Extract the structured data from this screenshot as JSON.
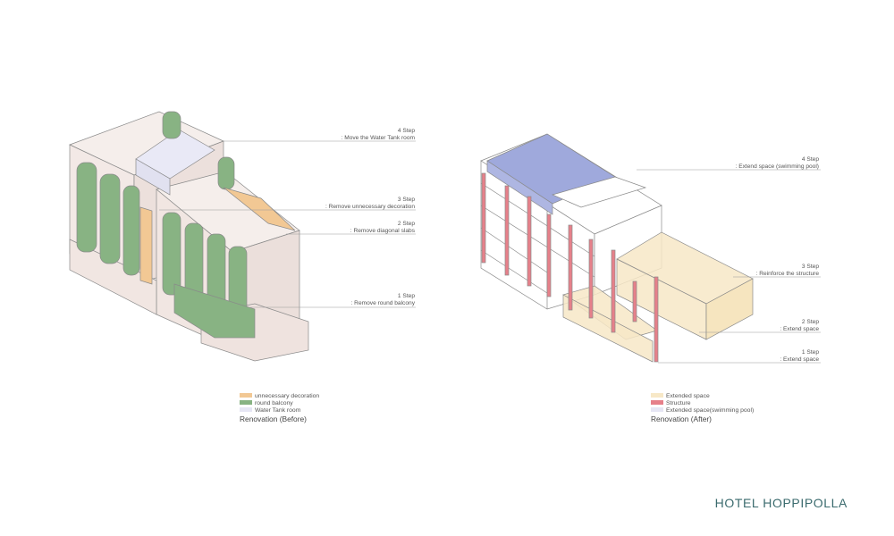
{
  "colors": {
    "wall": "#f3e9e6",
    "wall_side": "#e9dad6",
    "edge": "#8a8a8a",
    "decoration": "#f2c894",
    "balcony": "#88b383",
    "water_tank": "#e6e6f4",
    "extended": "#f7e8c7",
    "structure": "#e6808a",
    "pool": "#9fa9dc",
    "brand": "#3b6b6e"
  },
  "before": {
    "steps": [
      {
        "title": "4 Step",
        "desc": ": Move the Water Tank room"
      },
      {
        "title": "3 Step",
        "desc": ": Remove unnecessary decoration"
      },
      {
        "title": "2 Step",
        "desc": ": Remove diagonal slabs"
      },
      {
        "title": "1 Step",
        "desc": ": Remove round balcony"
      }
    ],
    "legend": [
      {
        "label": "unnecessary decoration",
        "color": "#f2c894"
      },
      {
        "label": "round balcony",
        "color": "#88b383"
      },
      {
        "label": "Water Tank room",
        "color": "#e6e6f4"
      }
    ],
    "caption": "Renovation (Before)"
  },
  "after": {
    "steps": [
      {
        "title": "4 Step",
        "desc": ": Extend space (swimming pool)"
      },
      {
        "title": "3 Step",
        "desc": ": Reinforce the structure"
      },
      {
        "title": "2 Step",
        "desc": ": Extend space"
      },
      {
        "title": "1 Step",
        "desc": ": Extend space"
      }
    ],
    "legend": [
      {
        "label": "Extended space",
        "color": "#f7e8c7"
      },
      {
        "label": "Structure",
        "color": "#e6808a"
      },
      {
        "label": "Extended space(swimming pool)",
        "color": "#e6e6f4"
      }
    ],
    "caption": "Renovation (After)"
  },
  "brand": "HOTEL HOPPIPOLLA"
}
